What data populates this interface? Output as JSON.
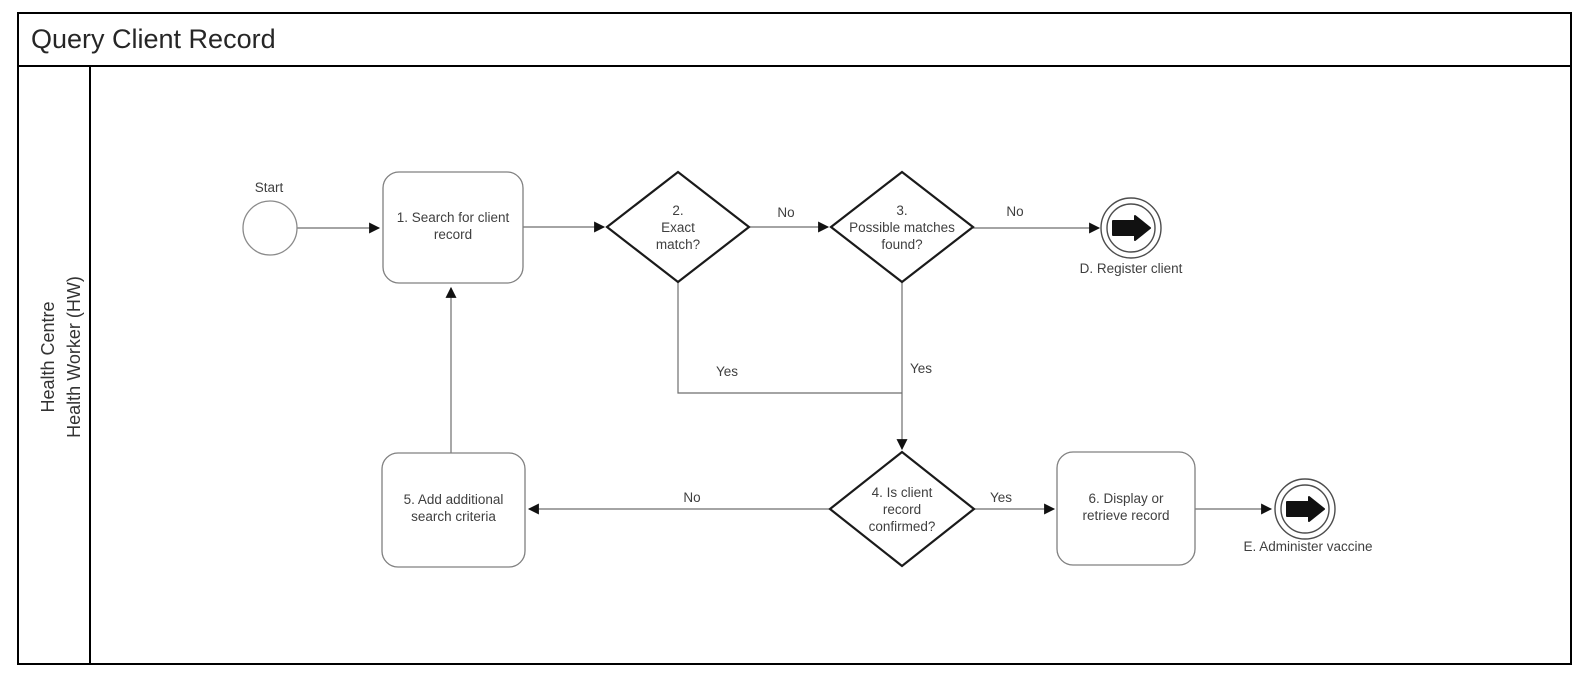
{
  "diagram": {
    "title": "Query Client Record",
    "lanes": {
      "pool_label": "Health Centre",
      "lane_label": "Health Worker (HW)"
    },
    "nodes": {
      "start": {
        "type": "start-event",
        "label": "Start"
      },
      "task1": {
        "type": "task",
        "label": "1. Search for client\nrecord"
      },
      "gateway2": {
        "type": "decision",
        "label": "2.\nExact\nmatch?"
      },
      "gateway3": {
        "type": "decision",
        "label": "3.\nPossible matches\nfound?"
      },
      "end_d": {
        "type": "end-event",
        "label": "D. Register client"
      },
      "gateway4": {
        "type": "decision",
        "label": "4. Is client\nrecord\nconfirmed?"
      },
      "task5": {
        "type": "task",
        "label": "5. Add additional\nsearch criteria"
      },
      "task6": {
        "type": "task",
        "label": "6. Display or\nretrieve record"
      },
      "end_e": {
        "type": "end-event",
        "label": "E. Administer vaccine"
      }
    },
    "edge_labels": {
      "gateway2_no": "No",
      "gateway3_no": "No",
      "gateway2_yes": "Yes",
      "gateway3_yes": "Yes",
      "gateway4_no": "No",
      "gateway4_yes": "Yes"
    },
    "colors": {
      "frame_border": "#000000",
      "task_outline": "#808080",
      "event_outline": "#4d4d4d",
      "decision_outline": "#1a1a1a",
      "connector": "#6e6e6e",
      "arrowhead": "#111111",
      "text": "#3f3f3f"
    }
  }
}
